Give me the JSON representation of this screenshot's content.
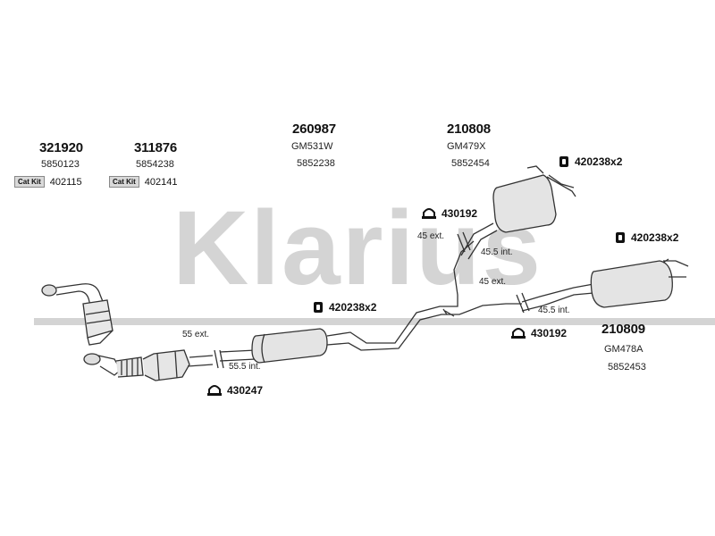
{
  "watermark": {
    "text": "Klarius",
    "color": "#cfcfcf"
  },
  "parts": {
    "cat1": {
      "code": "321920",
      "oe": "5850123",
      "kit_badge": "Cat Kit",
      "kit_no": "402115"
    },
    "cat2": {
      "code": "311876",
      "oe": "5854238",
      "kit_badge": "Cat Kit",
      "kit_no": "402141"
    },
    "center": {
      "code": "260987",
      "gm": "GM531W",
      "oe": "5852238"
    },
    "mid": {
      "code": "210808",
      "gm": "GM479X",
      "oe": "5852454"
    },
    "rear": {
      "code": "210809",
      "gm": "GM478A",
      "oe": "5852453"
    }
  },
  "refs": {
    "r1": {
      "label": "420238x2",
      "icon": "rubber-mount-icon"
    },
    "r2": {
      "label": "430192",
      "icon": "clamp-icon"
    },
    "r3": {
      "label": "420238x2",
      "icon": "rubber-mount-icon"
    },
    "r4": {
      "label": "420238x2",
      "icon": "rubber-mount-icon"
    },
    "r5": {
      "label": "430192",
      "icon": "clamp-icon"
    },
    "r6": {
      "label": "430247",
      "icon": "clamp-icon"
    }
  },
  "dims": {
    "d1": "45 ext.",
    "d2": "45.5 int.",
    "d3": "45 ext.",
    "d4": "45.5 int.",
    "d5": "55 ext.",
    "d6": "55.5 int."
  }
}
